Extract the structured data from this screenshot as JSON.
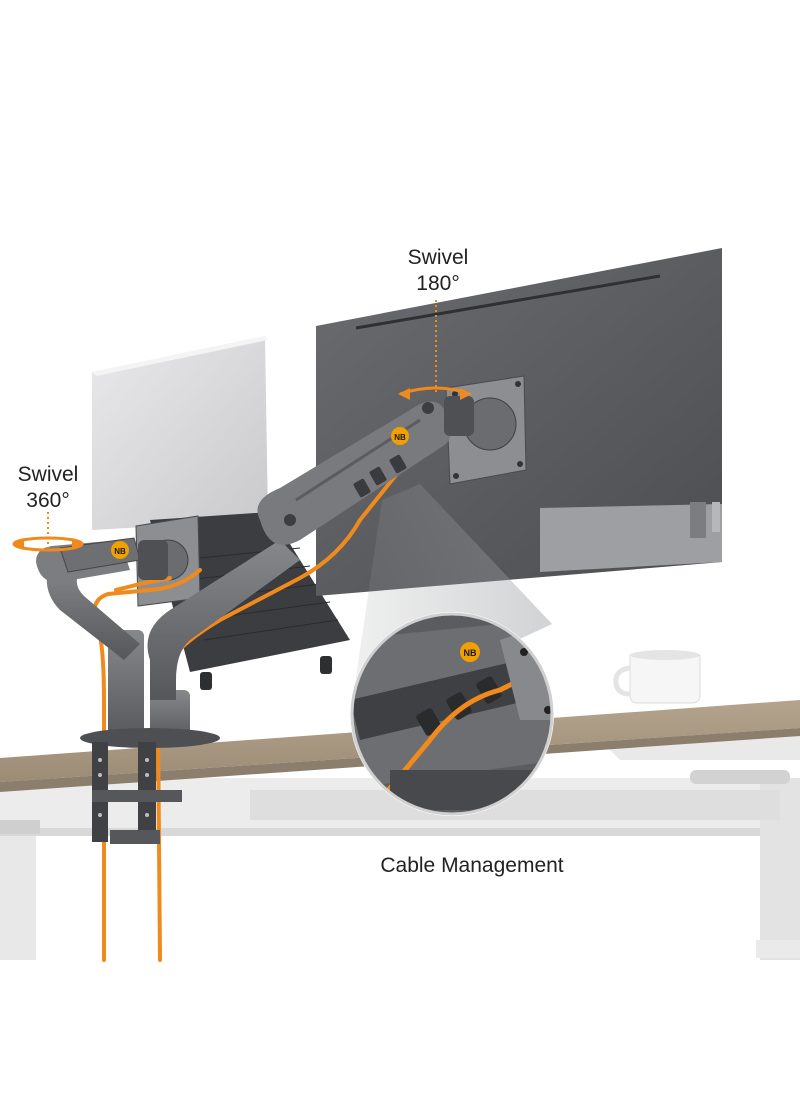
{
  "callouts": {
    "swivel_360": {
      "title": "Swivel",
      "angle": "360°"
    },
    "swivel_180": {
      "title": "Swivel",
      "angle": "180°"
    },
    "cable_management": "Cable Management"
  },
  "brand_badge": "NB",
  "colors": {
    "accent_orange": "#f08a1c",
    "arm_gray": "#6e7074",
    "monitor_dark": "#55575a",
    "desk_wood": "#a99883",
    "desk_frame": "#e6e6e6",
    "laptop_silver": "#d9d9db"
  }
}
